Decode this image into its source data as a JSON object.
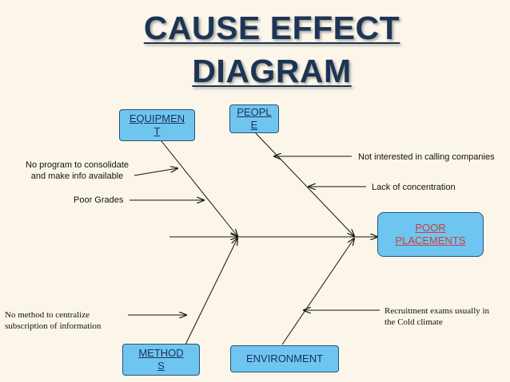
{
  "title": {
    "line1": "CAUSE EFFECT",
    "line2": "DIAGRAM"
  },
  "categories": {
    "equipment": {
      "line1": "EQUIPMEN",
      "line2": "T"
    },
    "people": {
      "line1": "PEOPL",
      "line2": "E"
    },
    "methods": {
      "line1": "METHOD",
      "line2": "S"
    },
    "environment": {
      "line1": "ENVIRONMENT"
    }
  },
  "effect": {
    "line1": "POOR",
    "line2": "PLACEMENTS"
  },
  "causes": {
    "equipment": [
      {
        "line1": "No program to consolidate",
        "line2": "and make info available"
      },
      {
        "line1": "Poor Grades"
      }
    ],
    "people": [
      {
        "line1": "Not interested in calling companies"
      },
      {
        "line1": "Lack of concentration"
      }
    ],
    "methods": [
      {
        "line1": "No method to centralize",
        "line2": "subscription of information"
      }
    ],
    "environment": [
      {
        "line1": "Recruitment exams usually in",
        "line2": "the Cold climate"
      }
    ]
  },
  "colors": {
    "background": "#fbf6e9",
    "box_fill": "#6ec6f0",
    "box_border": "#2a4f7a",
    "title": "#1c3556",
    "effect_text": "#d03a3a"
  }
}
